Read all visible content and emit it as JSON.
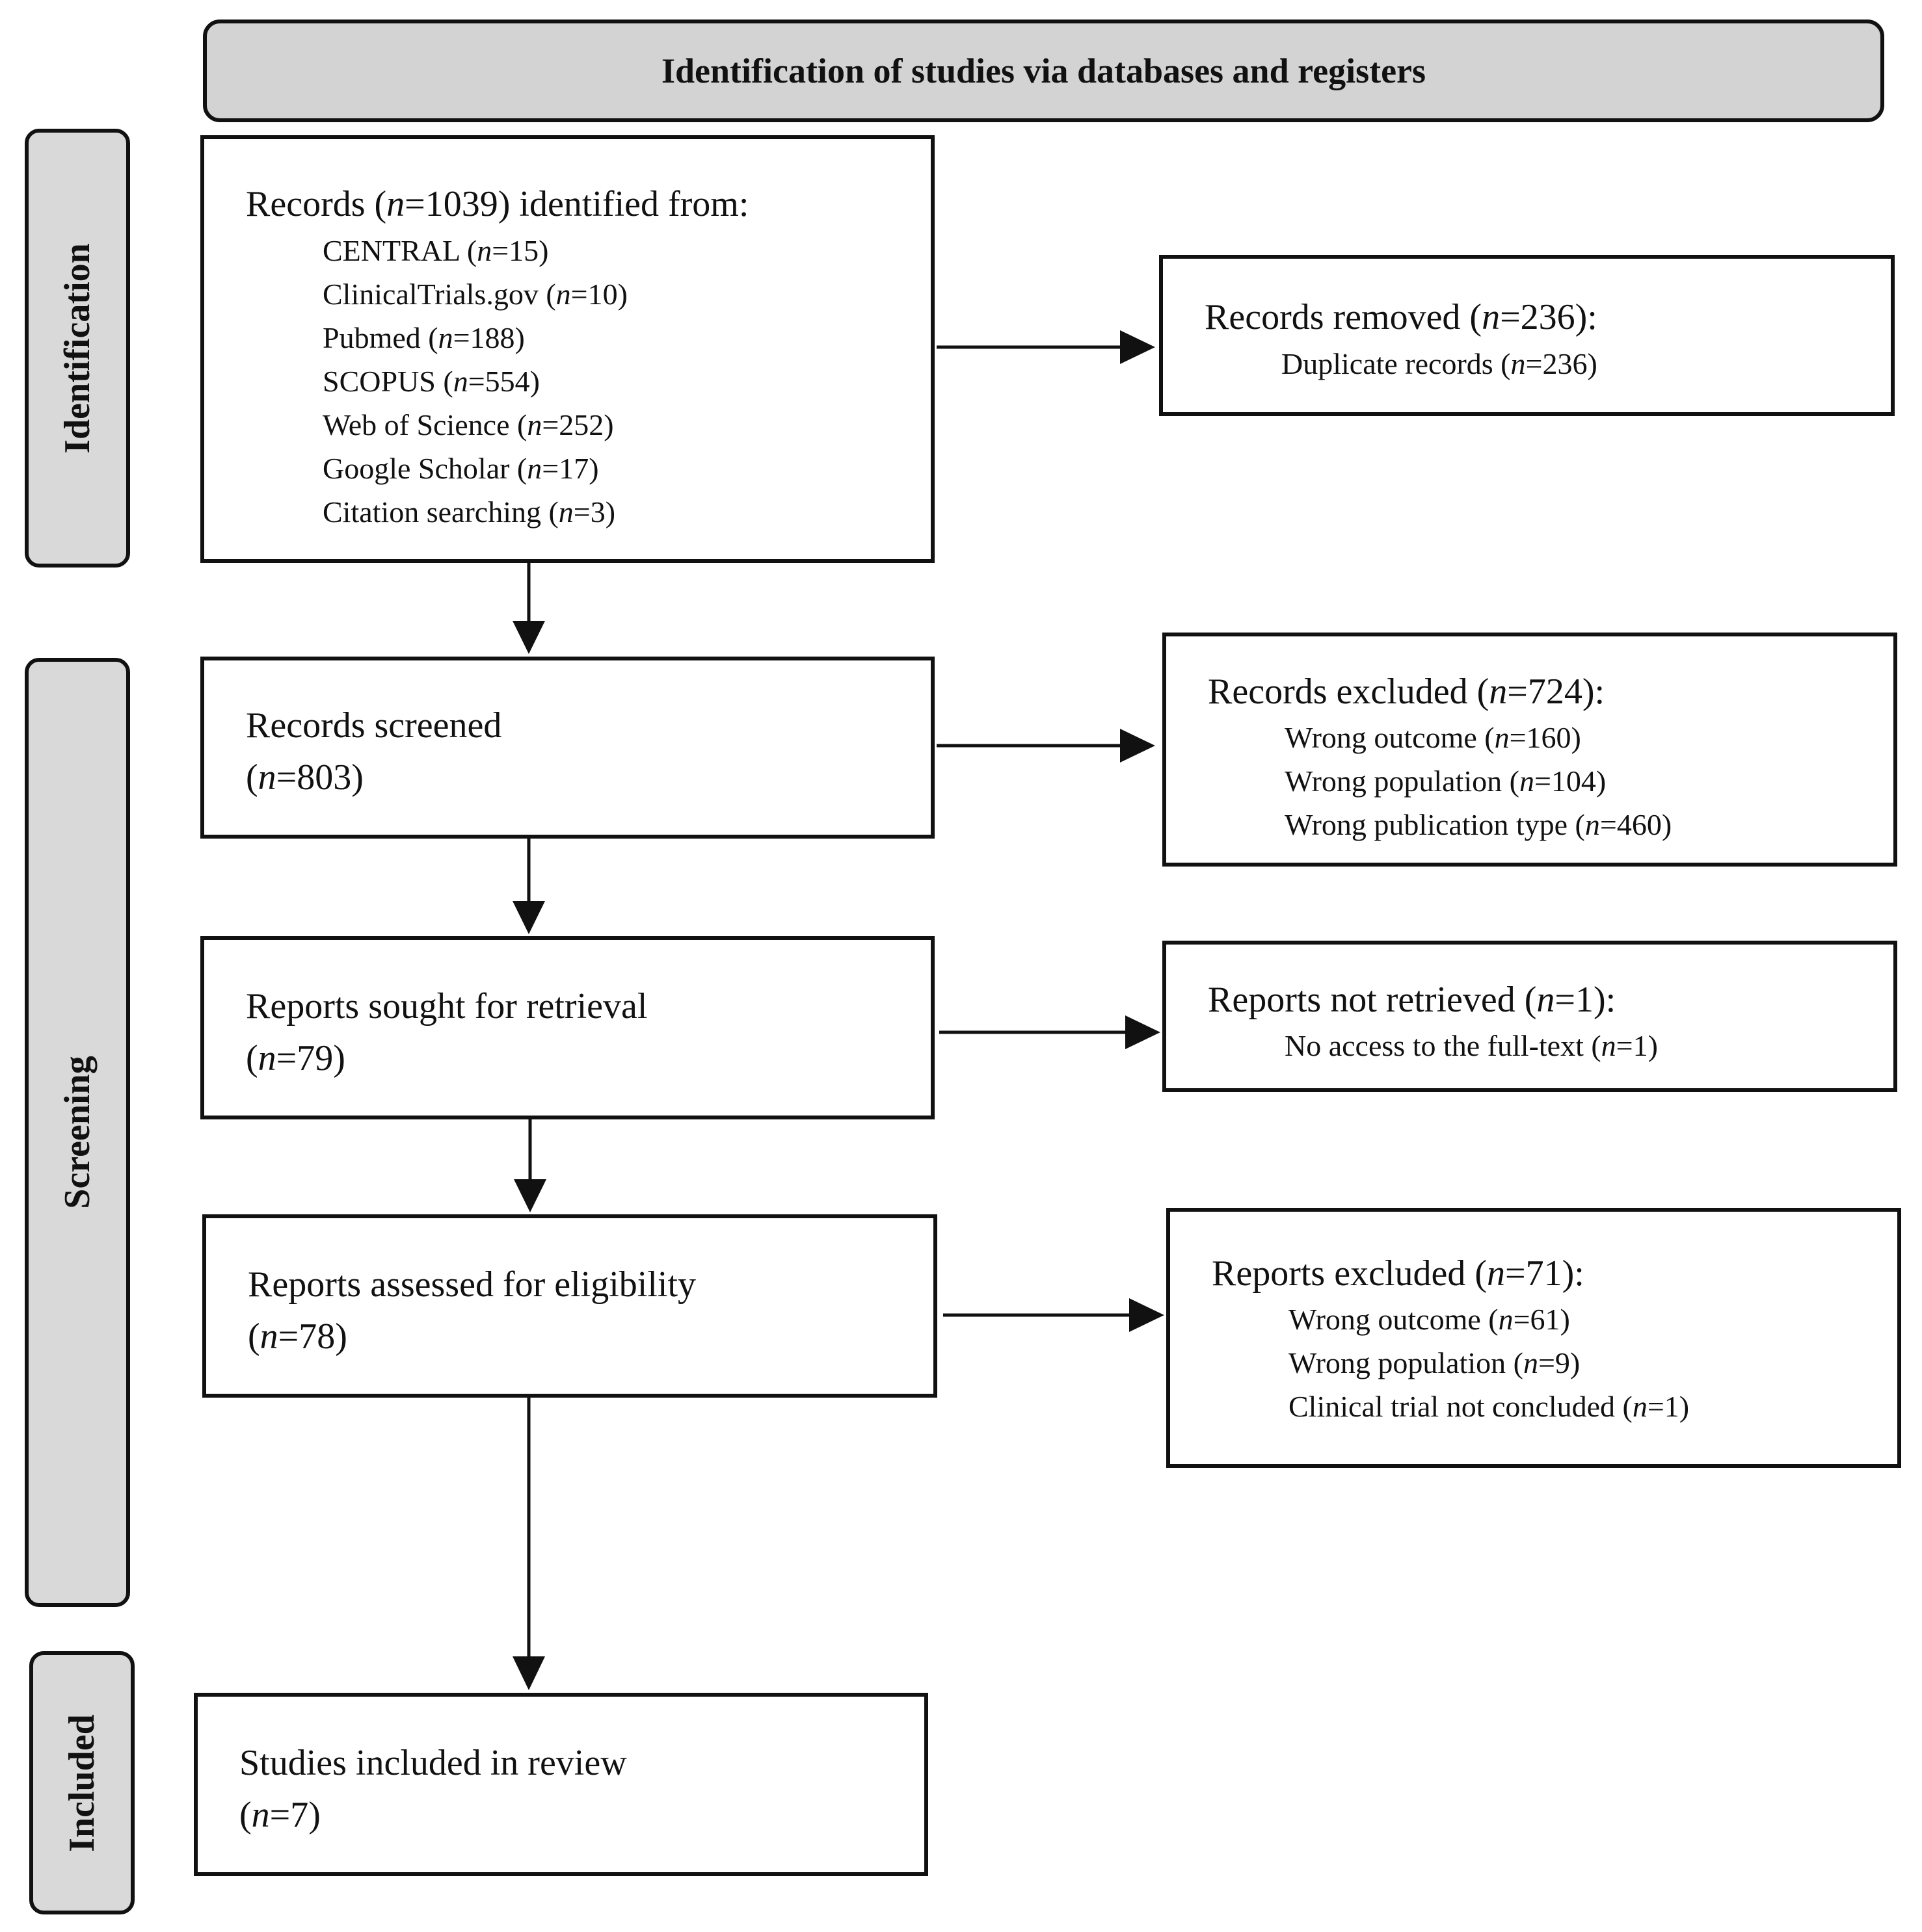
{
  "header": {
    "title": "Identification of studies via databases and registers"
  },
  "phases": {
    "identification": "Identification",
    "screening": "Screening",
    "included": "Included"
  },
  "identified": {
    "pre": "Records (",
    "n_label": "n",
    "post": "=1039) identified from:",
    "sources": [
      {
        "name": "CENTRAL (",
        "n_label": "n",
        "value": "=15)"
      },
      {
        "name": "ClinicalTrials.gov (",
        "n_label": "n",
        "value": "=10)"
      },
      {
        "name": "Pubmed (",
        "n_label": "n",
        "value": "=188)"
      },
      {
        "name": "SCOPUS (",
        "n_label": "n",
        "value": "=554)"
      },
      {
        "name": "Web of Science (",
        "n_label": "n",
        "value": "=252)"
      },
      {
        "name": "Google Scholar (",
        "n_label": "n",
        "value": "=17)"
      },
      {
        "name": "Citation searching (",
        "n_label": "n",
        "value": "=3)"
      }
    ]
  },
  "removed": {
    "pre": "Records removed (",
    "n_label": "n",
    "post": "=236):",
    "items": [
      {
        "name": "Duplicate records (",
        "n_label": "n",
        "value": "=236)"
      }
    ]
  },
  "screened": {
    "title": "Records screened",
    "count_pre": "(",
    "n_label": "n",
    "count_post": "=803)"
  },
  "excluded": {
    "pre": "Records excluded (",
    "n_label": "n",
    "post": "=724):",
    "items": [
      {
        "name": "Wrong outcome (",
        "n_label": "n",
        "value": "=160)"
      },
      {
        "name": "Wrong population (",
        "n_label": "n",
        "value": "=104)"
      },
      {
        "name": "Wrong publication type (",
        "n_label": "n",
        "value": "=460)"
      }
    ]
  },
  "sought": {
    "title": "Reports sought for retrieval",
    "count_pre": "(",
    "n_label": "n",
    "count_post": "=79)"
  },
  "not_retrieved": {
    "pre": "Reports not retrieved (",
    "n_label": "n",
    "post": "=1):",
    "items": [
      {
        "name": "No access to the full-text (",
        "n_label": "n",
        "value": "=1)"
      }
    ]
  },
  "assessed": {
    "title": "Reports assessed for eligibility",
    "count_pre": "(",
    "n_label": "n",
    "count_post": "=78)"
  },
  "reports_excluded": {
    "pre": "Reports excluded (",
    "n_label": "n",
    "post": "=71):",
    "items": [
      {
        "name": "Wrong outcome (",
        "n_label": "n",
        "value": "=61)"
      },
      {
        "name": "Wrong population (",
        "n_label": "n",
        "value": "=9)"
      },
      {
        "name": "Clinical trial not concluded (",
        "n_label": "n",
        "value": "=1)"
      }
    ]
  },
  "included": {
    "title": "Studies included in review",
    "count_pre": "(",
    "n_label": "n",
    "count_post": "=7)"
  }
}
